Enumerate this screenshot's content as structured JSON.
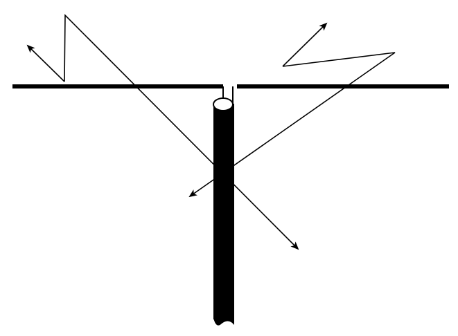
{
  "diagram": {
    "components": [
      "dipole-arm-left",
      "dipole-arm-right",
      "coaxial-feed-cable",
      "feed-point-gap"
    ],
    "signal_paths": [
      "wave-path-left",
      "wave-path-right"
    ],
    "colors": {
      "background": "#ffffff",
      "stroke": "#000000",
      "cable_top_fill": "#ffffff"
    }
  }
}
